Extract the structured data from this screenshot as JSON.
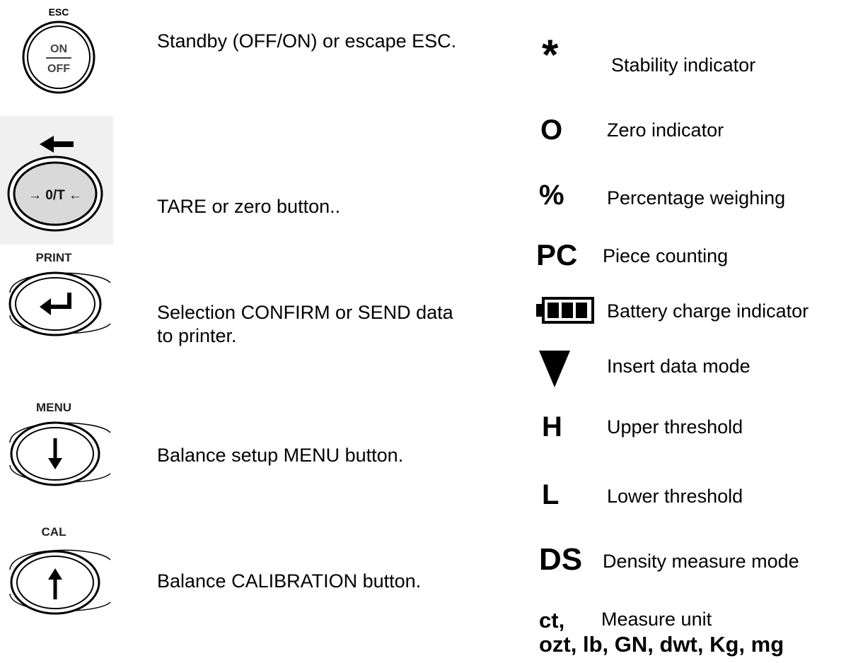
{
  "keys": {
    "esc": {
      "top_label": "ESC",
      "face_top": "ON",
      "face_bottom": "OFF",
      "description": "Standby (OFF/ON) or escape ESC."
    },
    "tare": {
      "face": "→ 0/T ←",
      "description": "TARE or zero button.."
    },
    "print": {
      "top_label": "PRINT",
      "description": "Selection CONFIRM or SEND data to printer."
    },
    "menu": {
      "top_label": "MENU",
      "description": "Balance setup MENU button."
    },
    "cal": {
      "top_label": "CAL",
      "description": "Balance CALIBRATION button."
    }
  },
  "indicators": [
    {
      "symbol": "*",
      "label": "Stability indicator"
    },
    {
      "symbol": "O",
      "label": "Zero indicator"
    },
    {
      "symbol": "%",
      "label": "Percentage weighing"
    },
    {
      "symbol": "PC",
      "label": "Piece counting"
    },
    {
      "symbol": "",
      "icon": "battery-icon",
      "label": "Battery charge indicator"
    },
    {
      "symbol": "",
      "icon": "down-triangle-icon",
      "label": "Insert data mode"
    },
    {
      "symbol": "H",
      "label": "Upper threshold"
    },
    {
      "symbol": "L",
      "label": "Lower  threshold"
    },
    {
      "symbol": "DS",
      "label": "Density measure mode"
    },
    {
      "symbol": "ct,",
      "label": "Measure unit"
    }
  ],
  "units_line": "ozt, lb, GN, dwt, Kg, mg"
}
